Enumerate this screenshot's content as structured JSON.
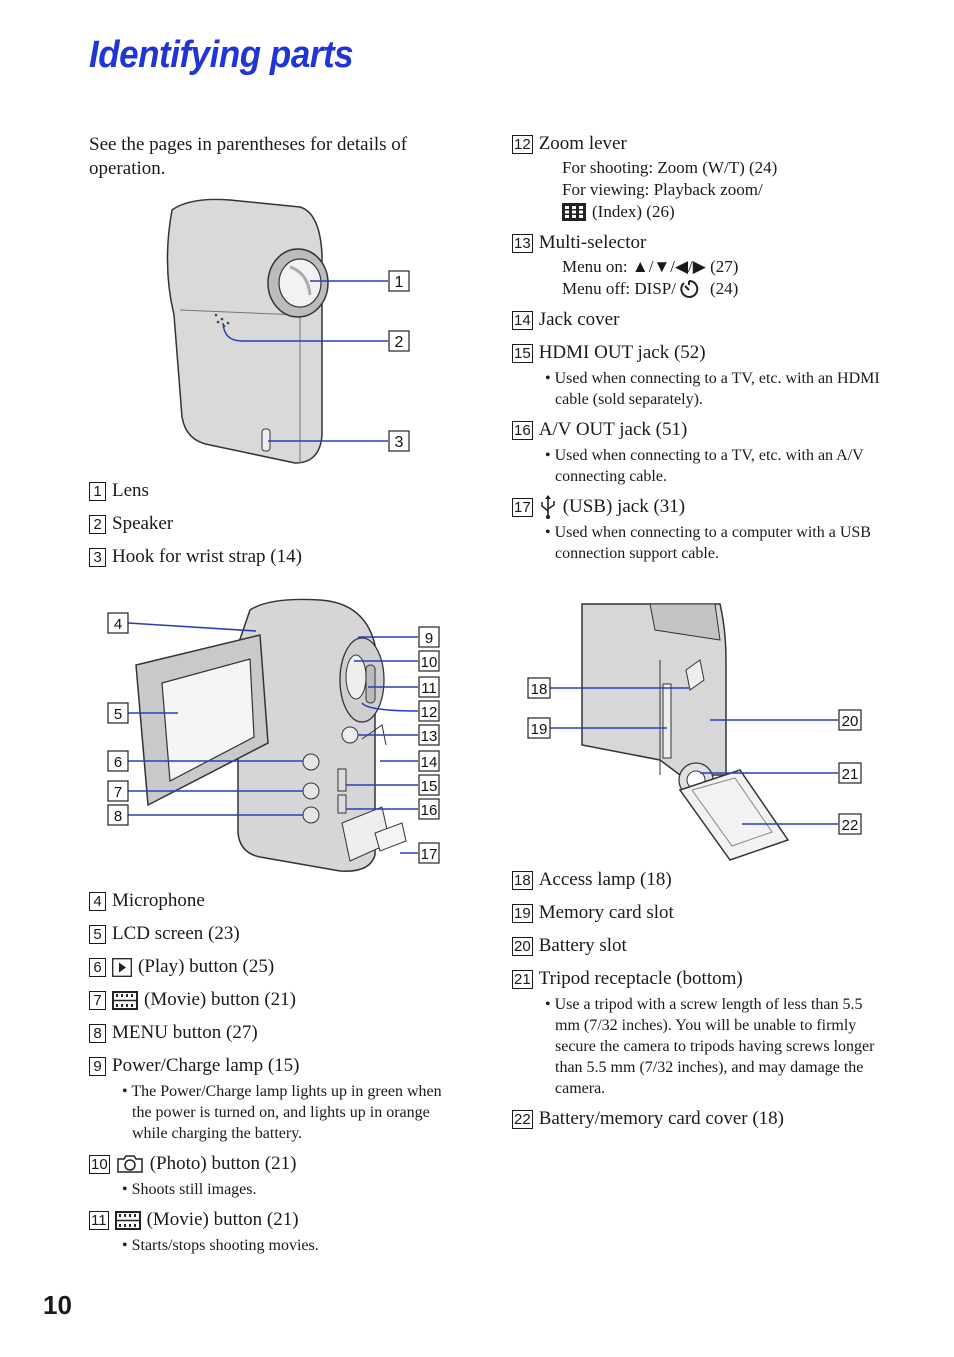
{
  "title": "Identifying parts",
  "intro": "See the pages in parentheses for details of operation.",
  "page_number": "10",
  "items": {
    "n1": "1",
    "n2": "2",
    "n3": "3",
    "n4": "4",
    "n5": "5",
    "n6": "6",
    "n7": "7",
    "n8": "8",
    "n9": "9",
    "n10": "10",
    "n11": "11",
    "n12": "12",
    "n13": "13",
    "n14": "14",
    "n15": "15",
    "n16": "16",
    "n17": "17",
    "n18": "18",
    "n19": "19",
    "n20": "20",
    "n21": "21",
    "n22": "22",
    "lens": "Lens",
    "speaker": "Speaker",
    "hook": "Hook for wrist strap (14)",
    "microphone": "Microphone",
    "lcd": "LCD screen (23)",
    "play": "(Play) button (25)",
    "movie7": "(Movie) button (21)",
    "menu": "MENU button (27)",
    "power": "Power/Charge lamp (15)",
    "power_note": "• The Power/Charge lamp lights up in green when the power is turned on, and lights up in orange while charging the battery.",
    "photo": "(Photo) button (21)",
    "photo_note": "• Shoots still images.",
    "movie11": "(Movie) button (21)",
    "movie11_note": "• Starts/stops shooting movies.",
    "zoom": "Zoom lever",
    "zoom_shoot": "For shooting: Zoom (W/T) (24)",
    "zoom_view": "For viewing: Playback zoom/",
    "zoom_index": "(Index) (26)",
    "multi": "Multi-selector",
    "multi_on": "Menu on: ▲/▼/◀/▶ (27)",
    "multi_off": "Menu off: DISP/",
    "multi_off_page": "(24)",
    "jack_cover": "Jack cover",
    "hdmi": "HDMI OUT jack (52)",
    "hdmi_note": "• Used when connecting to a TV, etc. with an HDMI cable (sold separately).",
    "av": "A/V OUT jack (51)",
    "av_note": "• Used when connecting to a TV, etc. with an A/V connecting cable.",
    "usb": "(USB) jack (31)",
    "usb_note": "• Used when connecting to a computer with a USB connection support cable.",
    "access": "Access lamp (18)",
    "memslot": "Memory card slot",
    "batslot": "Battery slot",
    "tripod": "Tripod receptacle (bottom)",
    "tripod_note": "• Use a tripod with a screw length of less than 5.5 mm (7/32 inches). You will be unable to firmly secure the camera to tripods having screws longer than 5.5 mm (7/32 inches), and may damage the camera.",
    "cover": "Battery/memory card cover (18)"
  },
  "colors": {
    "title": "#1f35d6",
    "text": "#1a1a1a"
  },
  "icons": [
    "play-icon",
    "movie-icon",
    "camera-icon",
    "index-icon",
    "self-timer-icon",
    "usb-icon"
  ]
}
